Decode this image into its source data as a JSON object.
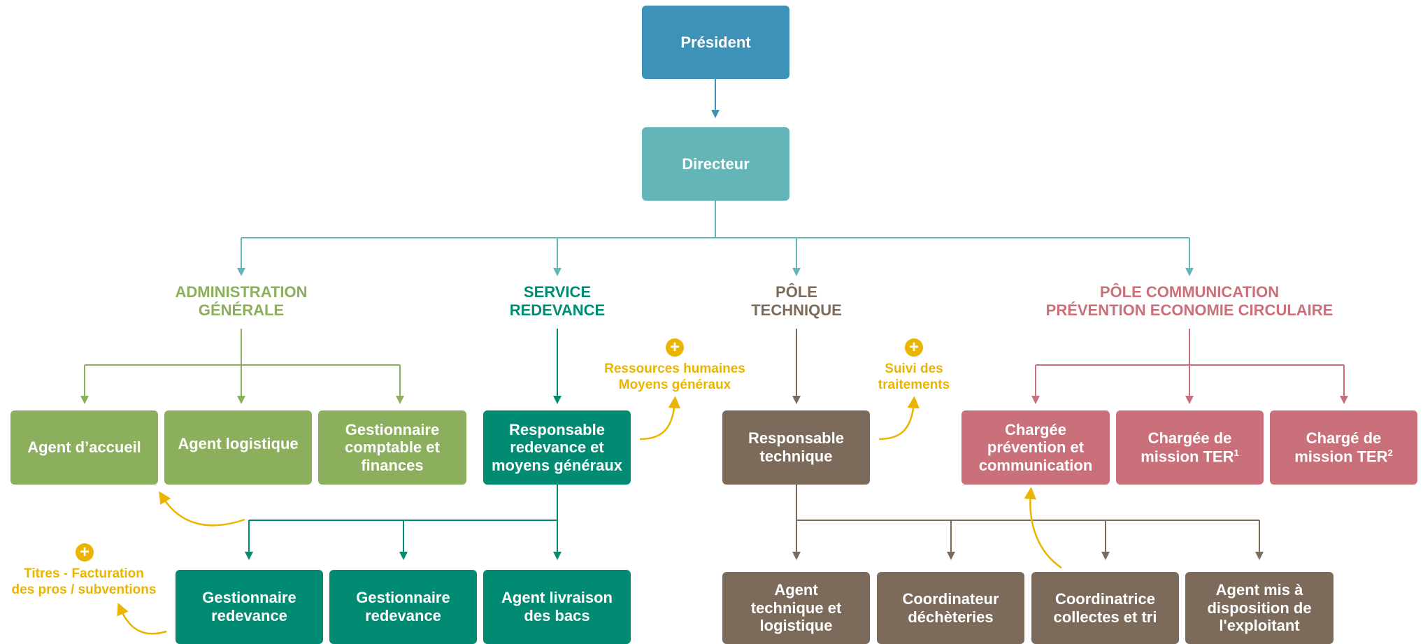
{
  "colors": {
    "president": "#3e92b8",
    "directeur": "#63b5b7",
    "admin": "#8caf5d",
    "redevance": "#008b72",
    "technique": "#7c6b5a",
    "communication": "#c9707a",
    "accent": "#eab400"
  },
  "icons": {
    "plus": "plus-circle-icon",
    "arrow": "curved-arrow-icon"
  },
  "top": {
    "president": "Président",
    "directeur": "Directeur"
  },
  "headings": {
    "admin": "ADMINISTRATION\nGÉNÉRALE",
    "redevance": "SERVICE\nREDEVANCE",
    "technique": "PÔLE\nTECHNIQUE",
    "communication": "PÔLE COMMUNICATION\nPRÉVENTION ECONOMIE CIRCULAIRE"
  },
  "admin": {
    "accueil": "Agent d’accueil",
    "logistique": "Agent logistique",
    "comptable": "Gestionnaire\ncomptable et\nfinances"
  },
  "redevance": {
    "responsable": "Responsable\nredevance et\nmoyens généraux",
    "gest1": "Gestionnaire\nredevance",
    "gest2": "Gestionnaire\nredevance",
    "livraison": "Agent livraison\ndes bacs"
  },
  "technique": {
    "responsable": "Responsable\ntechnique",
    "agent": "Agent\ntechnique et\nlogistique",
    "coord_decheteries": "Coordinateur\ndéchèteries",
    "coord_collectes": "Coordinatrice\ncollectes et tri",
    "mis_a_disposition": "Agent mis à\ndisposition de\nl'exploitant"
  },
  "communication": {
    "chargee_prevention": "Chargée\nprévention et\ncommunication",
    "ter1": "Chargée de\nmission TER",
    "ter1_sup": "1",
    "ter2": "Chargé de\nmission TER",
    "ter2_sup": "2"
  },
  "notes": {
    "rh": "Ressources humaines\nMoyens généraux",
    "titres": "Titres - Facturation\ndes pros / subventions",
    "suivi": "Suivi des\ntraitements"
  }
}
